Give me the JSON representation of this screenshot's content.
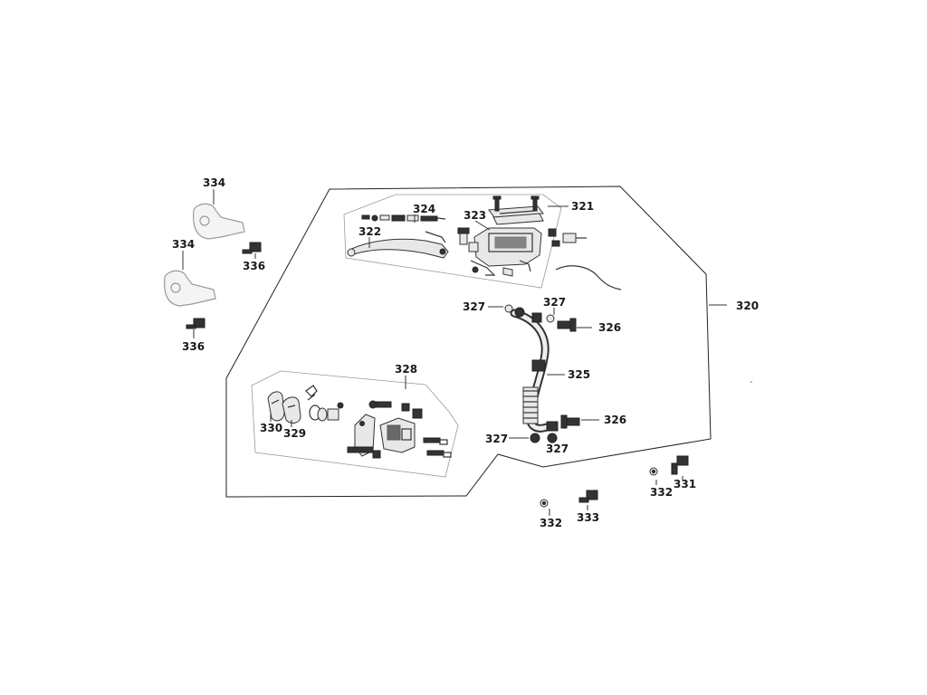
{
  "diagram": {
    "parts": [
      {
        "id": "lbl-320",
        "number": "320",
        "name": "part-label-320"
      },
      {
        "id": "lbl-321",
        "number": "321",
        "name": "part-label-321"
      },
      {
        "id": "lbl-322",
        "number": "322",
        "name": "part-label-322"
      },
      {
        "id": "lbl-323",
        "number": "323",
        "name": "part-label-323"
      },
      {
        "id": "lbl-324",
        "number": "324",
        "name": "part-label-324"
      },
      {
        "id": "lbl-325",
        "number": "325",
        "name": "part-label-325"
      },
      {
        "id": "lbl-326a",
        "number": "326",
        "name": "part-label-326-upper"
      },
      {
        "id": "lbl-326b",
        "number": "326",
        "name": "part-label-326-lower"
      },
      {
        "id": "lbl-327a",
        "number": "327",
        "name": "part-label-327-upper-left"
      },
      {
        "id": "lbl-327b",
        "number": "327",
        "name": "part-label-327-upper-right"
      },
      {
        "id": "lbl-327c",
        "number": "327",
        "name": "part-label-327-lower-left"
      },
      {
        "id": "lbl-327d",
        "number": "327",
        "name": "part-label-327-lower-right"
      },
      {
        "id": "lbl-328",
        "number": "328",
        "name": "part-label-328"
      },
      {
        "id": "lbl-329",
        "number": "329",
        "name": "part-label-329"
      },
      {
        "id": "lbl-330",
        "number": "330",
        "name": "part-label-330"
      },
      {
        "id": "lbl-331",
        "number": "331",
        "name": "part-label-331"
      },
      {
        "id": "lbl-332a",
        "number": "332",
        "name": "part-label-332-right"
      },
      {
        "id": "lbl-332b",
        "number": "332",
        "name": "part-label-332-bottom"
      },
      {
        "id": "lbl-333",
        "number": "333",
        "name": "part-label-333"
      },
      {
        "id": "lbl-334a",
        "number": "334",
        "name": "part-label-334-upper"
      },
      {
        "id": "lbl-334b",
        "number": "334",
        "name": "part-label-334-lower"
      },
      {
        "id": "lbl-336a",
        "number": "336",
        "name": "part-label-336-upper"
      },
      {
        "id": "lbl-336b",
        "number": "336",
        "name": "part-label-336-lower"
      }
    ]
  }
}
